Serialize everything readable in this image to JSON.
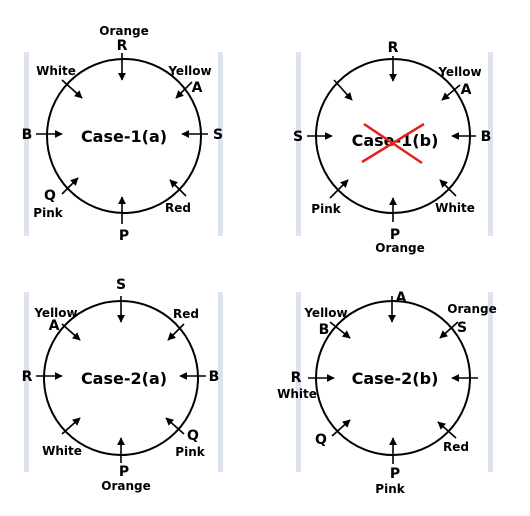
{
  "diagrams": [
    {
      "title": "Case-1(a)",
      "crossed": false,
      "positions": [
        {
          "letter": "R",
          "color": "Orange"
        },
        {
          "letter": "A",
          "color": "Yellow"
        },
        {
          "letter": "S",
          "color": ""
        },
        {
          "letter": "",
          "color": "Red"
        },
        {
          "letter": "P",
          "color": ""
        },
        {
          "letter": "Q",
          "color": "Pink"
        },
        {
          "letter": "B",
          "color": ""
        },
        {
          "letter": "",
          "color": "White"
        }
      ]
    },
    {
      "title": "Case-1(b)",
      "crossed": true,
      "positions": [
        {
          "letter": "R",
          "color": ""
        },
        {
          "letter": "A",
          "color": "Yellow"
        },
        {
          "letter": "B",
          "color": ""
        },
        {
          "letter": "",
          "color": "White"
        },
        {
          "letter": "P",
          "color": "Orange"
        },
        {
          "letter": "",
          "color": "Pink"
        },
        {
          "letter": "S",
          "color": ""
        },
        {
          "letter": "",
          "color": ""
        }
      ]
    },
    {
      "title": "Case-2(a)",
      "crossed": false,
      "positions": [
        {
          "letter": "S",
          "color": ""
        },
        {
          "letter": "",
          "color": "Red"
        },
        {
          "letter": "B",
          "color": ""
        },
        {
          "letter": "Q",
          "color": "Pink"
        },
        {
          "letter": "P",
          "color": "Orange"
        },
        {
          "letter": "",
          "color": "White"
        },
        {
          "letter": "R",
          "color": ""
        },
        {
          "letter": "A",
          "color": "Yellow"
        }
      ]
    },
    {
      "title": "Case-2(b)",
      "crossed": false,
      "positions": [
        {
          "letter": "A",
          "color": ""
        },
        {
          "letter": "S",
          "color": "Orange"
        },
        {
          "letter": "",
          "color": ""
        },
        {
          "letter": "",
          "color": "Red"
        },
        {
          "letter": "P",
          "color": "Pink"
        },
        {
          "letter": "Q",
          "color": ""
        },
        {
          "letter": "R",
          "color": "White"
        },
        {
          "letter": "B",
          "color": "Yellow"
        }
      ]
    }
  ],
  "colors": {
    "ink": "#000000",
    "side_bar": "#dde3ee",
    "cross": "#e0231c"
  }
}
